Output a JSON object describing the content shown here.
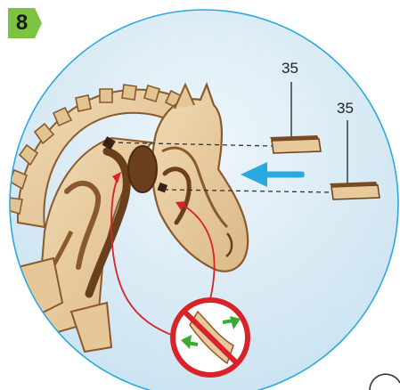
{
  "step": {
    "number": "8",
    "badge_color": "#7dc242"
  },
  "parts": [
    {
      "label": "35"
    },
    {
      "label": "35"
    }
  ],
  "colors": {
    "circle_border": "#29a9e0",
    "background_top": "#ffffff",
    "background_bottom": "#cfe6f3",
    "wood_light": "#e9cfa3",
    "wood_edge": "#8a5a2e",
    "wood_dark": "#6b3f1d",
    "insert_arrow": "#29a9e0",
    "callout": "#d8232a",
    "warning_tabs": "#3aa935"
  },
  "icons": [
    "insert-direction-arrow",
    "prohibited-insertion-icon"
  ]
}
